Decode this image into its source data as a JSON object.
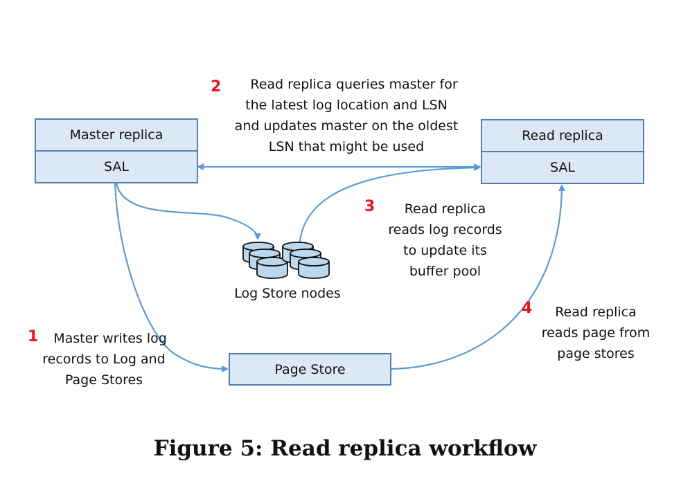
{
  "diagram": {
    "colors": {
      "box_fill": "#dce8f5",
      "box_border": "#4f7fae",
      "arrow": "#5b9bd5",
      "step_number": "#e8141a",
      "db_fill": "#bdd7ee",
      "db_stroke": "#111111"
    },
    "nodes": {
      "master": {
        "title": "Master replica",
        "sub": "SAL"
      },
      "read": {
        "title": "Read replica",
        "sub": "SAL"
      },
      "page_store": {
        "title": "Page Store"
      },
      "log_store": {
        "label": "Log Store nodes",
        "icon": "database-cylinder-icon",
        "count": 6
      }
    },
    "steps": [
      {
        "number": "1",
        "lines": [
          "Master writes log",
          "records to Log and",
          "Page Stores"
        ]
      },
      {
        "number": "2",
        "lines": [
          "Read replica queries master for",
          "the latest log location and LSN",
          "and updates master on the oldest",
          "LSN that might be used"
        ]
      },
      {
        "number": "3",
        "lines": [
          "Read replica",
          "reads log records",
          "to update its",
          "buffer pool"
        ]
      },
      {
        "number": "4",
        "lines": [
          "Read replica",
          "reads page from",
          "page stores"
        ]
      }
    ],
    "edges": [
      {
        "from": "master",
        "to": "log_store",
        "step": "1"
      },
      {
        "from": "master",
        "to": "page_store",
        "step": "1"
      },
      {
        "from": "read",
        "to": "master",
        "step": "2",
        "bidirectional": true
      },
      {
        "from": "log_store",
        "to": "read",
        "step": "3"
      },
      {
        "from": "page_store",
        "to": "read",
        "step": "4"
      }
    ]
  },
  "caption": "Figure 5: Read replica workflow"
}
